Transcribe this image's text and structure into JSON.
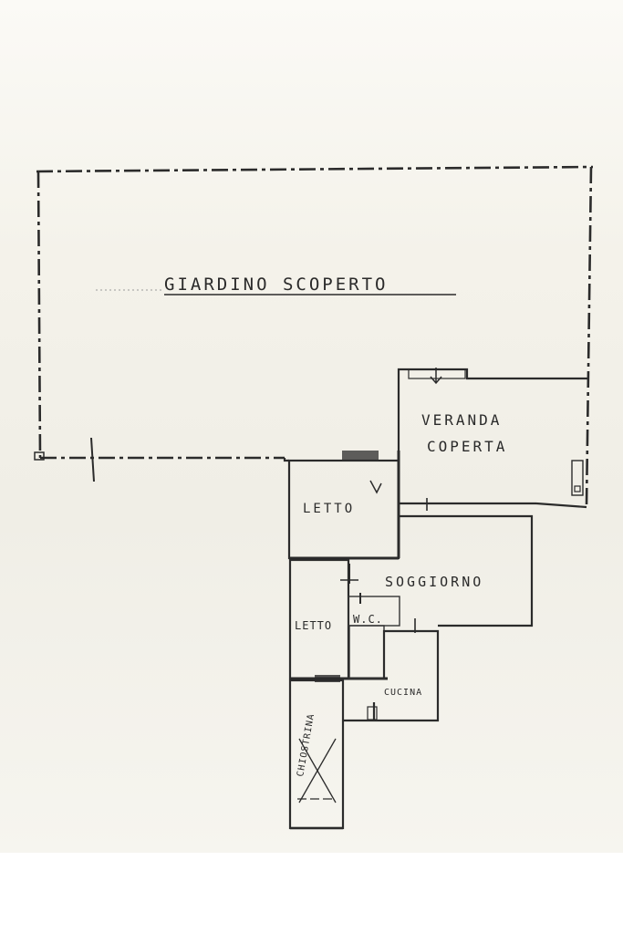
{
  "rooms": {
    "giardino": "GIARDINO SCOPERTO",
    "veranda_line1": "VERANDA",
    "veranda_line2": "COPERTA",
    "letto_1": "LETTO",
    "letto_2": "LETTO",
    "soggiorno": "SOGGIORNO",
    "wc": "W.C.",
    "cucina": "CUCINA",
    "ripostiglio": "CHIOSTRINA"
  },
  "colors": {
    "paper": "#f4f2ea",
    "ink": "#2b2b2b"
  }
}
